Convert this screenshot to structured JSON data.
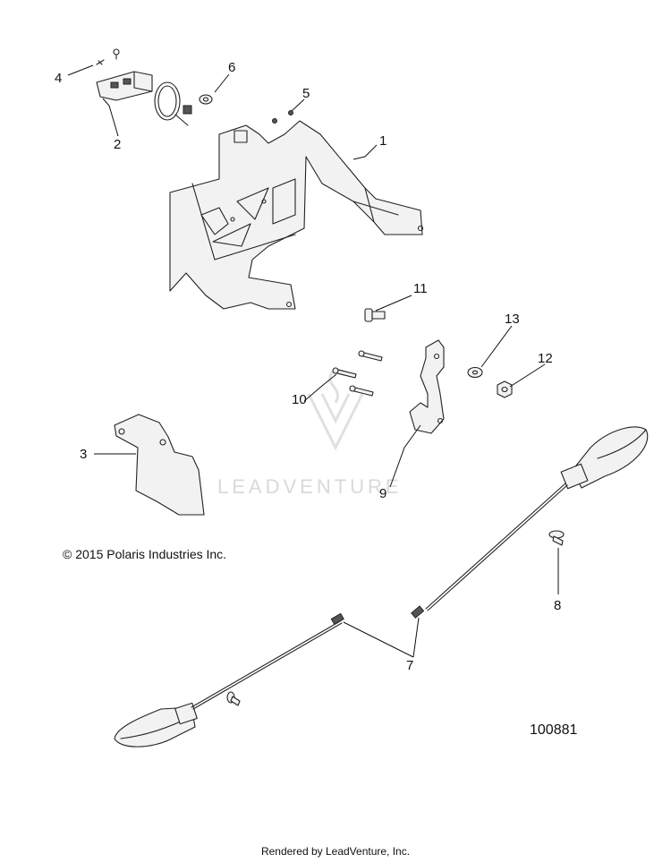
{
  "diagram": {
    "copyright": "© 2015 Polaris Industries Inc.",
    "drawing_number": "100881",
    "footer": "Rendered by LeadVenture, Inc.",
    "watermark": "LEADVENTURE",
    "callouts": [
      {
        "id": "c1",
        "label": "1"
      },
      {
        "id": "c2",
        "label": "2"
      },
      {
        "id": "c3",
        "label": "3"
      },
      {
        "id": "c4",
        "label": "4"
      },
      {
        "id": "c5",
        "label": "5"
      },
      {
        "id": "c6",
        "label": "6"
      },
      {
        "id": "c7",
        "label": "7"
      },
      {
        "id": "c8",
        "label": "8"
      },
      {
        "id": "c9",
        "label": "9"
      },
      {
        "id": "c10",
        "label": "10"
      },
      {
        "id": "c11",
        "label": "11"
      },
      {
        "id": "c12",
        "label": "12"
      },
      {
        "id": "c13",
        "label": "13"
      }
    ]
  }
}
